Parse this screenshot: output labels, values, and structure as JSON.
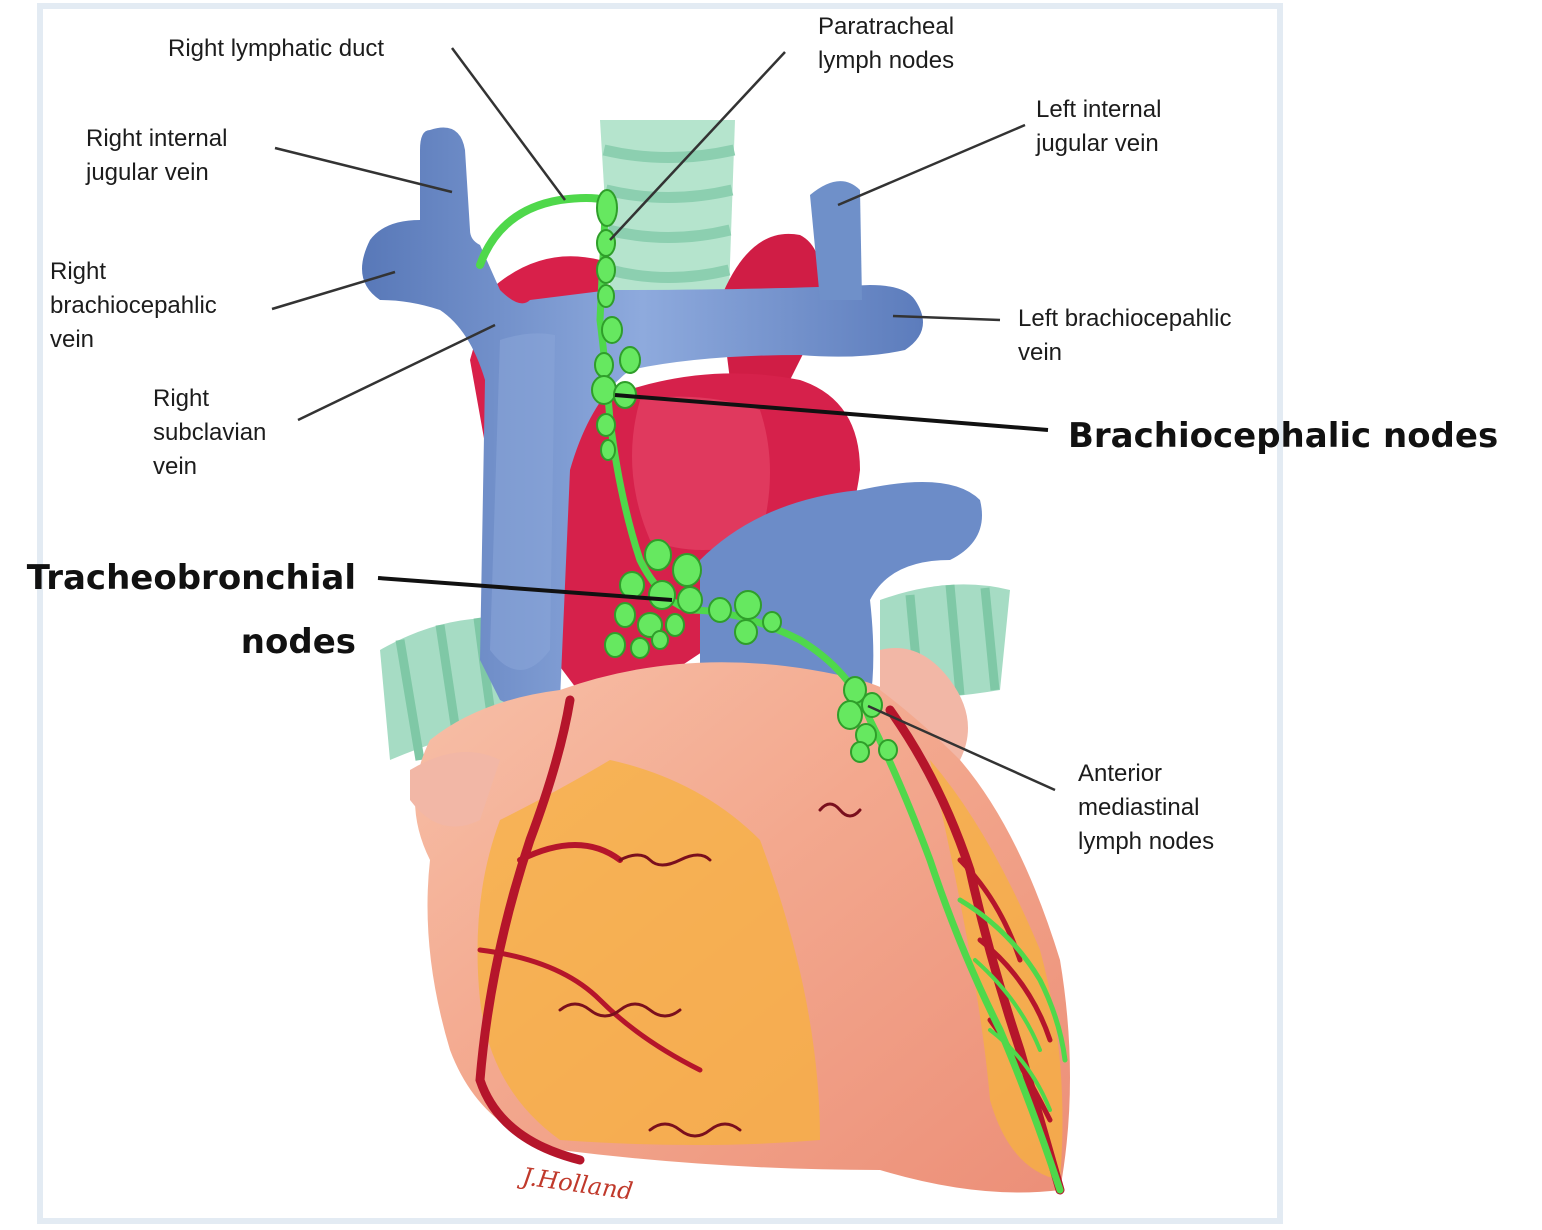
{
  "labels": {
    "right_lymphatic_duct": "Right lymphatic duct",
    "paratracheal": "Paratracheal\nlymph nodes",
    "right_internal_jugular": "Right internal\njugular vein",
    "left_internal_jugular": "Left internal\njugular vein",
    "right_brachiocephalic": "Right\nbrachiocepahlic\nvein",
    "left_brachiocephalic": "Left brachiocepahlic\nvein",
    "right_subclavian": "Right\nsubclavian\nvein",
    "brachiocephalic_nodes": "Brachiocephalic  nodes",
    "tracheobronchial_nodes": "Tracheobronchial\nnodes",
    "anterior_mediastinal": "Anterior\nmediastinal\nlymph nodes"
  },
  "signature": "J.Holland",
  "colors": {
    "vein": "#6f90c9",
    "vein_dark": "#4a6aa8",
    "aorta": "#d8204a",
    "heart": "#f2a58e",
    "heart_yellow": "#f6b43a",
    "artery": "#b5152b",
    "lymph": "#5ee55a",
    "lymph_dark": "#2f9e2a",
    "trachea": "#a6dcc4",
    "leader": "#333333"
  }
}
